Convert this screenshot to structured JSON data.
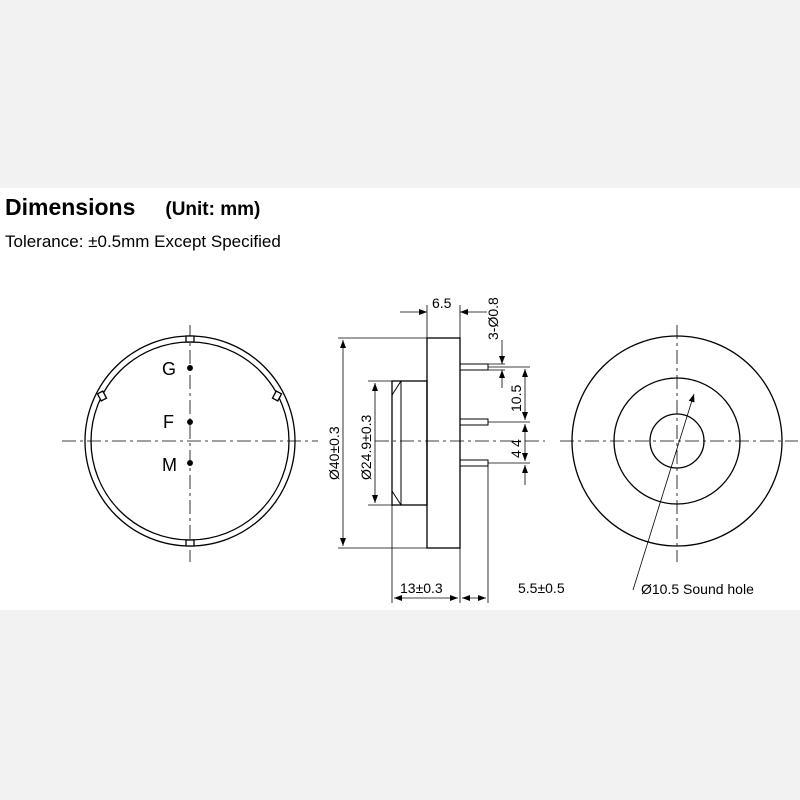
{
  "header": {
    "title": "Dimensions",
    "unit": "(Unit: mm)",
    "tolerance": "Tolerance: ±0.5mm Except Specified"
  },
  "front_view": {
    "pins": [
      "G",
      "F",
      "M"
    ]
  },
  "side_view": {
    "dim_width": "6.5",
    "dim_pin_dia": "3-Ø0.8",
    "dim_pitch1": "10.5",
    "dim_pitch2": "4",
    "dim_pitch3": "4",
    "dim_outer_dia": "Ø40±0.3",
    "dim_inner_dia": "Ø24.9±0.3",
    "dim_height": "13±0.3",
    "dim_pin_len": "5.5±0.5"
  },
  "back_view": {
    "sound_hole": "Ø10.5 Sound hole"
  },
  "colors": {
    "line": "#000000",
    "background": "#ffffff",
    "page": "#f2f2f2"
  }
}
